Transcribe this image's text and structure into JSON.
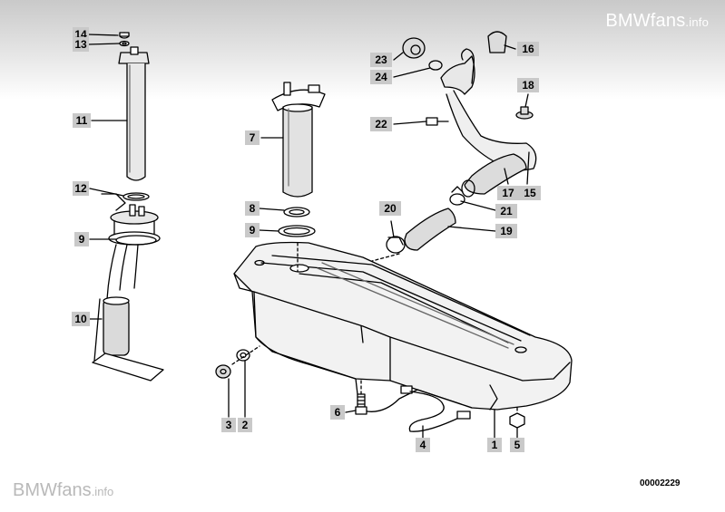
{
  "watermark": {
    "top_main": "BMWfans",
    "top_suffix": ".info",
    "bottom_main": "BMWfans",
    "bottom_suffix": ".info"
  },
  "diagram_id": "00002229",
  "callouts": {
    "c1": "1",
    "c2": "2",
    "c3": "3",
    "c4": "4",
    "c5": "5",
    "c6": "6",
    "c7": "7",
    "c8": "8",
    "c9a": "9",
    "c9b": "9",
    "c10": "10",
    "c11": "11",
    "c12": "12",
    "c13": "13",
    "c14": "14",
    "c15": "15",
    "c16": "16",
    "c17": "17",
    "c18": "18",
    "c19": "19",
    "c20": "20",
    "c21": "21",
    "c22": "22",
    "c23": "23",
    "c24": "24"
  }
}
